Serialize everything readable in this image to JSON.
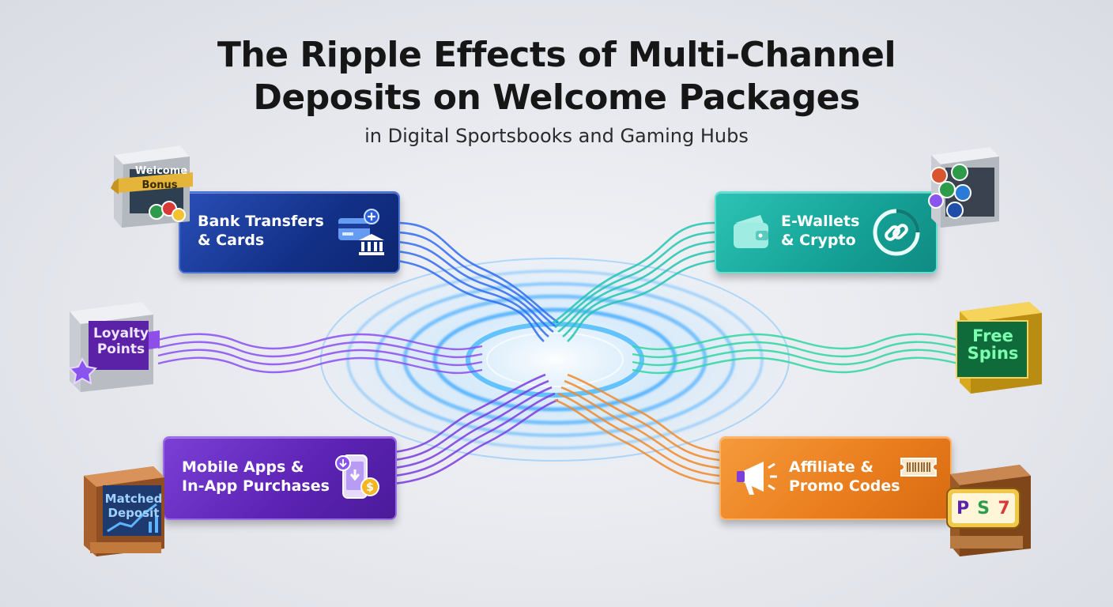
{
  "title_line1": "The Ripple Effects of Multi-Channel",
  "title_line2": "Deposits on Welcome Packages",
  "subtitle": "in Digital Sportsbooks and Gaming Hubs",
  "channels": {
    "bank": {
      "line1": "Bank Transfers",
      "line2": "& Cards",
      "icon": "bank-card-icon",
      "color": "#1a3a9c"
    },
    "ewallet": {
      "line1": "E-Wallets",
      "line2": "& Crypto",
      "icon": "wallet-icon",
      "color": "#17a398"
    },
    "mobile": {
      "line1": "Mobile Apps &",
      "line2": "In-App Purchases",
      "icon": "phone-payment-icon",
      "color": "#6128bf"
    },
    "affiliate": {
      "line1": "Affiliate &",
      "line2": "Promo Codes",
      "icon": "megaphone-icon",
      "color": "#ec8020"
    }
  },
  "rewards": {
    "welcome": {
      "line1": "Welcome",
      "line2": "Bonus"
    },
    "loyalty": {
      "line1": "Loyalty",
      "line2": "Points"
    },
    "matched": {
      "line1": "Matched",
      "line2": "Deposit"
    },
    "free_spins": {
      "line1": "Free",
      "line2": "Spins"
    },
    "slot": {
      "reels": [
        "P",
        "S",
        "7"
      ]
    }
  },
  "colors": {
    "ripple": "#3fa9ff",
    "bank_wave": "#2f6cf0",
    "ewallet_wave": "#22c4b0",
    "loyalty_wave": "#8a4df0",
    "spins_wave": "#2fd6a0",
    "mobile_wave": "#7a3be0",
    "affiliate_wave": "#f08a2a"
  }
}
